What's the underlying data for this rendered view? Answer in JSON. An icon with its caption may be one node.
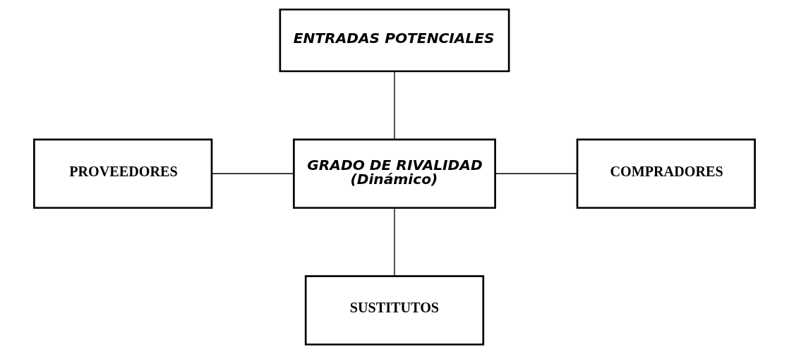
{
  "diagram": {
    "nodes": [
      {
        "text": [
          "ENTRADAS POTENCIALES"
        ]
      },
      {
        "text": [
          "PROVEEDORES"
        ]
      },
      {
        "text": [
          "GRADO DE RIVALIDAD",
          "(Dinámico)"
        ]
      },
      {
        "text": [
          "COMPRADORES"
        ]
      },
      {
        "text": [
          "SUSTITUTOS"
        ]
      }
    ],
    "edges": [
      {
        "from": 0,
        "to": 2,
        "arrow": "none"
      },
      {
        "from": 1,
        "to": 2,
        "arrow": "none"
      },
      {
        "from": 2,
        "to": 3,
        "arrow": "none"
      },
      {
        "from": 2,
        "to": 4,
        "arrow": "none"
      }
    ]
  }
}
